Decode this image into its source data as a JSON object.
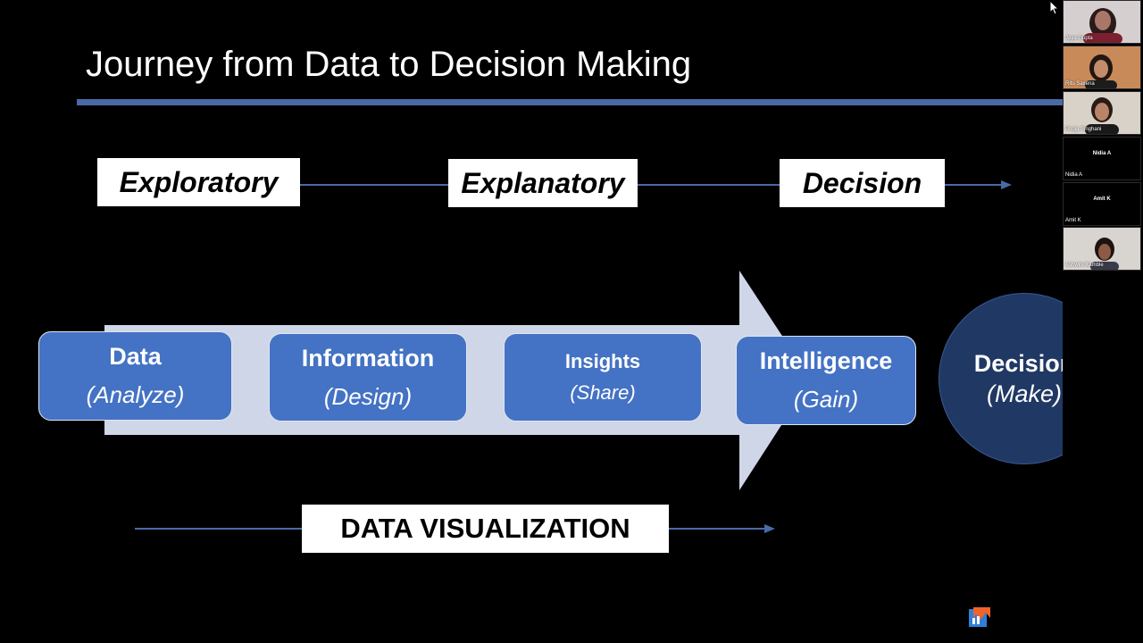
{
  "slide": {
    "title": "Journey from Data to Decision Making",
    "stages": [
      "Exploratory",
      "Explanatory",
      "Decision"
    ],
    "steps": [
      {
        "title": "Data",
        "subtitle": "(Analyze)"
      },
      {
        "title": "Information",
        "subtitle": "(Design)"
      },
      {
        "title": "Insights",
        "subtitle": "(Share)"
      },
      {
        "title": "Intelligence",
        "subtitle": "(Gain)"
      }
    ],
    "decision": {
      "title": "Decision",
      "subtitle": "(Make)"
    },
    "visualization_label": "DATA VISUALIZATION"
  },
  "participants": [
    {
      "name": "Jaya Gupta",
      "video": true,
      "bg": "#d6cfcf",
      "skin": "#a9776a",
      "hair": "#2a1a18"
    },
    {
      "name": "Ritu Saxena",
      "video": true,
      "bg": "#c98a5a",
      "skin": "#c38d6d",
      "hair": "#221512"
    },
    {
      "name": "Pooja Singhani",
      "video": true,
      "bg": "#d9d2c9",
      "skin": "#b98468",
      "hair": "#2b1b16"
    },
    {
      "name": "Nidia A",
      "video": false
    },
    {
      "name": "Amit K",
      "video": false
    },
    {
      "name": "Ashwini Kamble",
      "video": true,
      "bg": "#d8d4cf",
      "skin": "#8c5a45",
      "hair": "#1d1310"
    }
  ],
  "colors": {
    "accent": "#4472c4",
    "rule": "#4a6aa5",
    "arrow_fill": "#cfd6e8",
    "decision_circle": "#203864"
  },
  "icons": {
    "app_logo": "app-logo-icon",
    "cursor": "mouse-cursor-icon"
  }
}
